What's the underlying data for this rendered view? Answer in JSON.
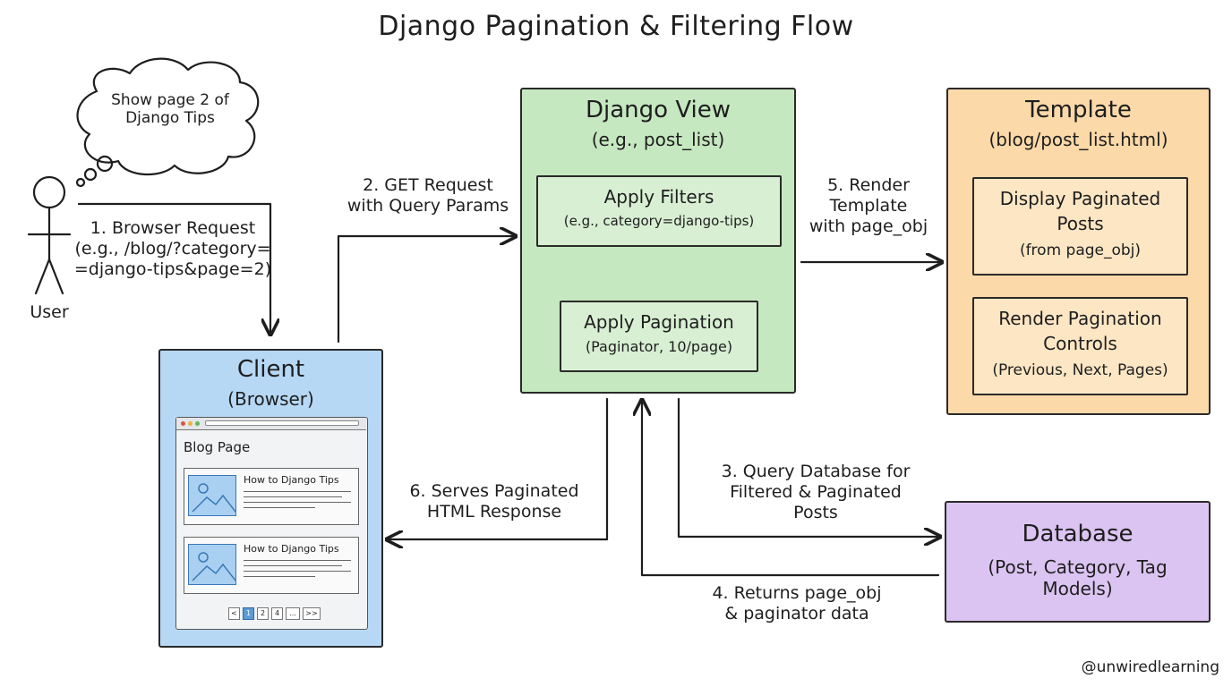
{
  "title": "Django Pagination & Filtering Flow",
  "user": {
    "label": "User",
    "thought": [
      "Show page 2 of",
      "Django Tips"
    ]
  },
  "steps": {
    "s1": [
      "1. Browser Request",
      "(e.g., /blog/?category=",
      "=django-tips&page=2)"
    ],
    "s2": [
      "2. GET Request",
      "with Query Params"
    ],
    "s3": [
      "3. Query Database for",
      "Filtered & Paginated",
      "Posts"
    ],
    "s4": [
      "4. Returns page_obj",
      "& paginator data"
    ],
    "s5": [
      "5. Render",
      "Template",
      "with page_obj"
    ],
    "s6": [
      "6. Serves Paginated",
      "HTML Response"
    ]
  },
  "client": {
    "title": "Client",
    "subtitle": "(Browser)",
    "page_heading": "Blog Page",
    "posts": [
      "How to Django Tips",
      "How to Django Tips"
    ],
    "pager": [
      "<",
      "1",
      "2",
      "4",
      "...",
      ">>"
    ],
    "pager_active_index": 1,
    "color": "#b6d8f5"
  },
  "view": {
    "title": "Django View",
    "subtitle": "(e.g., post_list)",
    "filters": [
      "Apply Filters",
      "(e.g., category=django-tips)"
    ],
    "pagination": [
      "Apply Pagination",
      "(Paginator, 10/page)"
    ],
    "color": "#c6e8c0"
  },
  "template": {
    "title": "Template",
    "subtitle": "(blog/post_list.html)",
    "display": [
      "Display Paginated",
      "Posts",
      "(from page_obj)"
    ],
    "controls": [
      "Render Pagination",
      "Controls",
      "(Previous, Next, Pages)"
    ],
    "color": "#fbd9a8"
  },
  "database": {
    "title": "Database",
    "subtitle": [
      "(Post, Category, Tag",
      "Models)"
    ],
    "color": "#dcc4f2"
  },
  "watermark": "@unwiredlearning"
}
